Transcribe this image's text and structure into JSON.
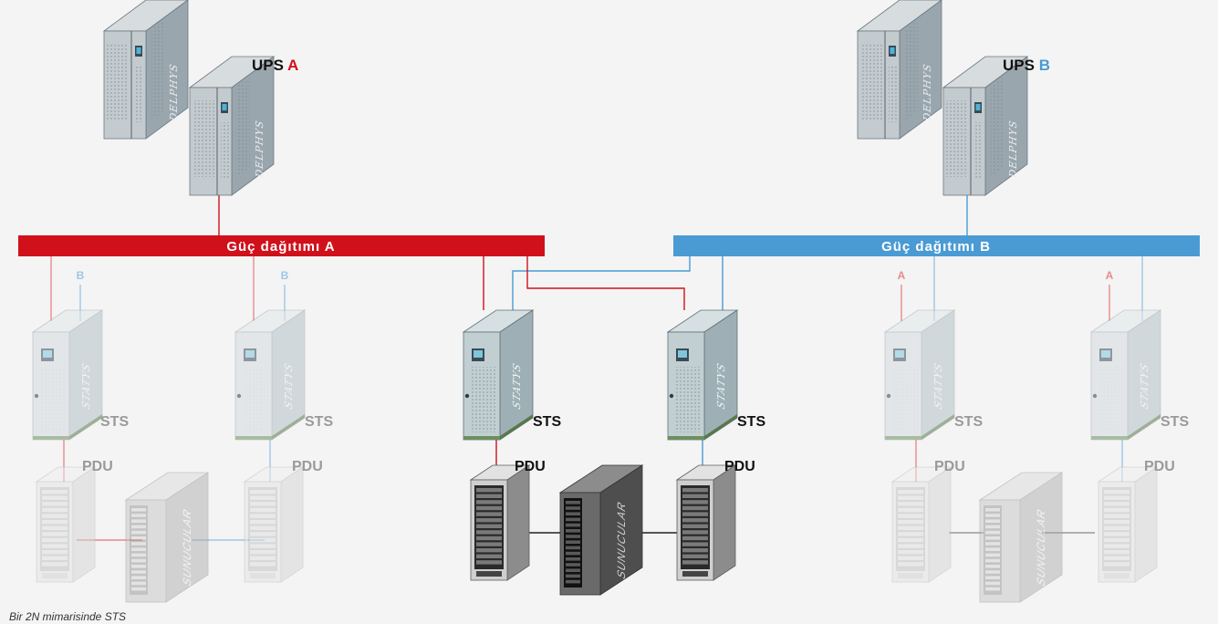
{
  "colors": {
    "power_a": "#d0111b",
    "power_b": "#4a9bd4",
    "power_a_light": "#e88a8f",
    "power_b_light": "#9cc7e8",
    "background": "#f4f4f4"
  },
  "ups": {
    "a": {
      "prefix": "UPS ",
      "letter": "A",
      "brand": "DELPHYS"
    },
    "b": {
      "prefix": "UPS ",
      "letter": "B",
      "brand": "DELPHYS"
    }
  },
  "buses": {
    "a": "Güç dağıtımı A",
    "b": "Güç dağıtımı B"
  },
  "sts_units": {
    "label": "STS",
    "brand": "STATYS",
    "feed_tags": {
      "left_pair": "B",
      "right_pair": "A"
    }
  },
  "pdu_label": "PDU",
  "server_label": "SUNUCULAR",
  "caption": "Bir 2N mimarisinde STS"
}
